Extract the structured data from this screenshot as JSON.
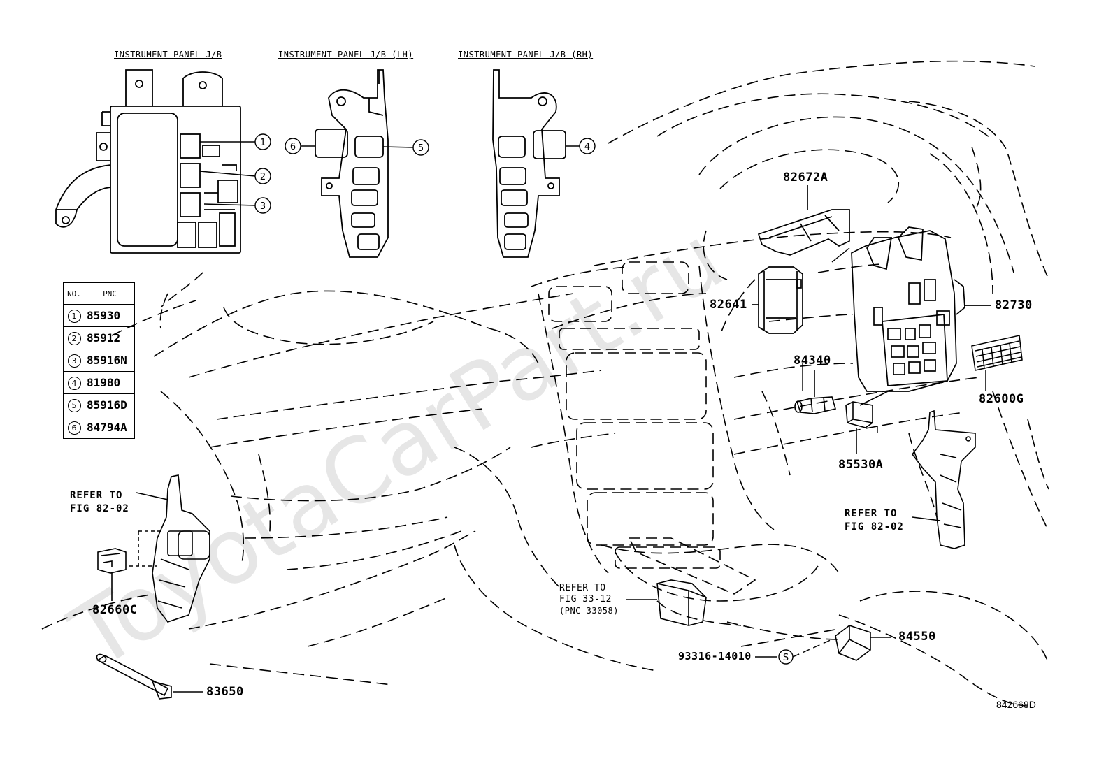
{
  "headers": {
    "jb": "INSTRUMENT PANEL J/B",
    "jb_lh": "INSTRUMENT PANEL J/B (LH)",
    "jb_rh": "INSTRUMENT PANEL J/B (RH)"
  },
  "callouts": [
    "1",
    "2",
    "3",
    "4",
    "5",
    "6",
    "6",
    "5",
    "4"
  ],
  "table": {
    "col_no": "NO.",
    "col_pnc": "PNC",
    "rows": [
      {
        "no": "1",
        "pnc": "85930"
      },
      {
        "no": "2",
        "pnc": "85912"
      },
      {
        "no": "3",
        "pnc": "85916N"
      },
      {
        "no": "4",
        "pnc": "81980"
      },
      {
        "no": "5",
        "pnc": "85916D"
      },
      {
        "no": "6",
        "pnc": "84794A"
      }
    ]
  },
  "parts": {
    "p82672A": "82672A",
    "p82641": "82641",
    "p82730": "82730",
    "p84340": "84340",
    "p82600G": "82600G",
    "p85530A": "85530A",
    "p82660C": "82660C",
    "p83650": "83650",
    "p84550": "84550",
    "p93316": "93316-14010",
    "s_mark": "S"
  },
  "refs": {
    "left_line1": "REFER TO",
    "left_line2": "FIG 82-02",
    "right_line1": "REFER TO",
    "right_line2": "FIG 82-02",
    "mid_line1": "REFER TO",
    "mid_line2": "FIG 33-12",
    "mid_line3": "(PNC 33058)"
  },
  "watermark": "ToyotaCarPart.ru",
  "drawing_code": "842668D"
}
